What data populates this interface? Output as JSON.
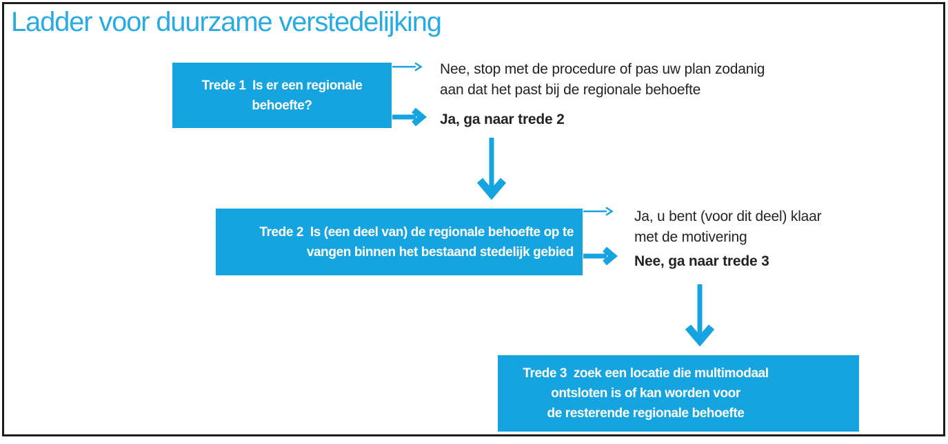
{
  "title": "Ladder voor duurzame verstedelijking",
  "colors": {
    "accent_blue": "#15a4df",
    "title_blue": "#29abe2",
    "text_dark": "#232323"
  },
  "icons": {
    "arrow_right_thin": "→",
    "arrow_right_thick": "➔",
    "arrow_down": "↓"
  },
  "flow": {
    "steps": [
      {
        "id": "trede1",
        "box_lines": [
          "Trede 1  Is er een regionale",
          "behoefte?"
        ],
        "no_lines": [
          "Nee, stop met de procedure of pas uw plan zodanig",
          "aan dat het past bij de regionale behoefte"
        ],
        "yes_label": "Ja, ga naar trede 2"
      },
      {
        "id": "trede2",
        "box_lines": [
          "Trede 2  Is (een deel van) de regionale behoefte op te",
          "vangen binnen het bestaand stedelijk gebied"
        ],
        "yes_lines": [
          "Ja, u bent (voor dit deel) klaar",
          "met de motivering"
        ],
        "no_label": "Nee, ga naar trede 3"
      },
      {
        "id": "trede3",
        "box_lines": [
          "Trede 3  zoek een locatie die multimodaal",
          "ontsloten is of kan worden voor",
          "de resterende regionale behoefte"
        ]
      }
    ]
  }
}
